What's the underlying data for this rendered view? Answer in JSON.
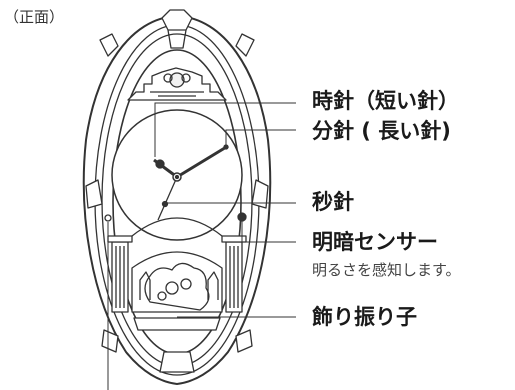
{
  "view_label": "（正面）",
  "callouts": {
    "hour_hand": "時針（短い針）",
    "minute_hand": "分針 ( 長い針)",
    "second_hand": "秒針",
    "light_sensor": "明暗センサー",
    "light_sensor_desc": "明るさを感知します。",
    "pendulum": "飾り振り子"
  },
  "colors": {
    "line": "#333333",
    "text": "#1a1a1a",
    "face": "#ffffff"
  }
}
